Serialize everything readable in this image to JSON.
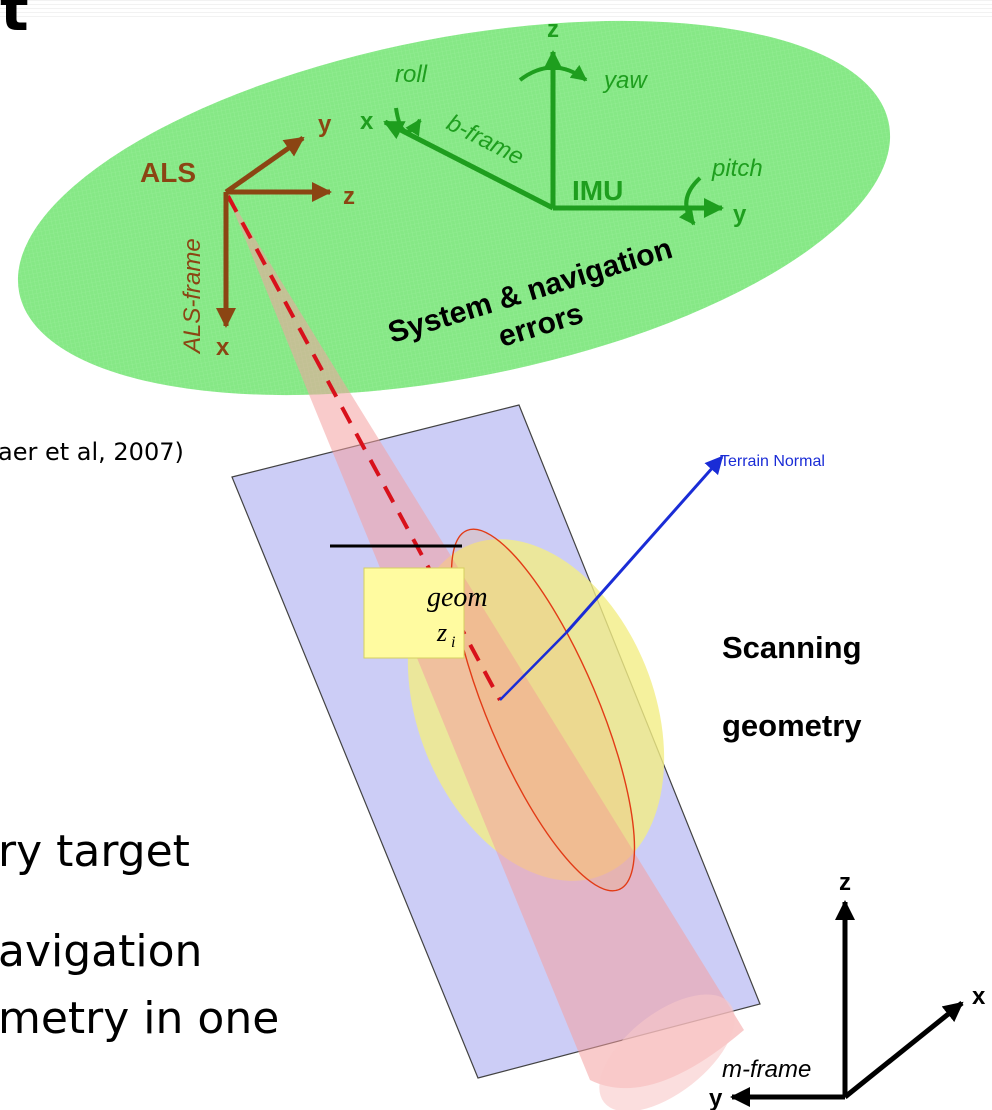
{
  "title_fragment": "t",
  "als": {
    "label": "ALS",
    "frame_label": "ALS-frame",
    "axis_y": "y",
    "axis_z": "z",
    "axis_x": "x"
  },
  "imu": {
    "label": "IMU",
    "frame_label": "b-frame",
    "axis_z": "z",
    "axis_x": "x",
    "axis_y": "y",
    "roll": "roll",
    "yaw": "yaw",
    "pitch": "pitch"
  },
  "errors_label": {
    "line1": "System & navigation",
    "line2": "errors"
  },
  "citation_fragment": "aer et al, 2007)",
  "formula_fragment": {
    "line1": "geom",
    "line2": "z",
    "subscript": "i"
  },
  "terrain_normal": "Terrain Normal",
  "scanning": {
    "line1": "Scanning",
    "line2": "geometry"
  },
  "text_fragments": {
    "line1": "ry target",
    "line2": "avigation",
    "line3": "metry in one"
  },
  "mframe": {
    "label": "m-frame",
    "axis_z": "z",
    "axis_x": "x",
    "axis_y": "y"
  },
  "colors": {
    "brown": "#8B4513",
    "green_dark": "#1e9e1e",
    "ellipse_green": "#7be07b",
    "plane_blue": "#c7c8f5",
    "ellipse_yellow": "#f0ec86",
    "beam_red": "#f4a3a3",
    "normal_blue": "#1a2cd6",
    "dash_red": "#d8111b"
  }
}
